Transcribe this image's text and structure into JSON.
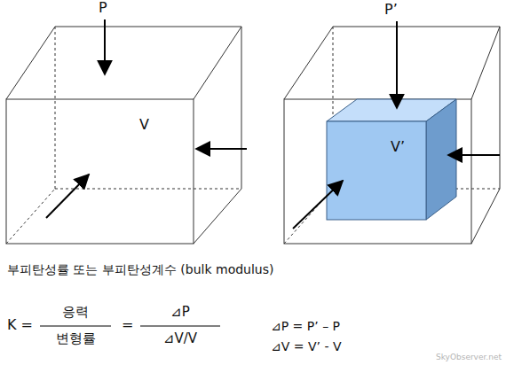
{
  "diagram": {
    "nodes": [
      {
        "text": [
          "V"
        ]
      },
      {
        "text": [
          "V’"
        ]
      }
    ],
    "labels": [
      "P",
      "P’",
      "부피탄성률 또는 부피탄성계수 (bulk modulus)",
      "K =",
      "응력",
      "변형률",
      "=",
      "⊿P",
      "⊿V/V",
      "⊿P = P’ – P",
      "⊿V = V’ - V",
      "SkyObserver.net"
    ]
  }
}
